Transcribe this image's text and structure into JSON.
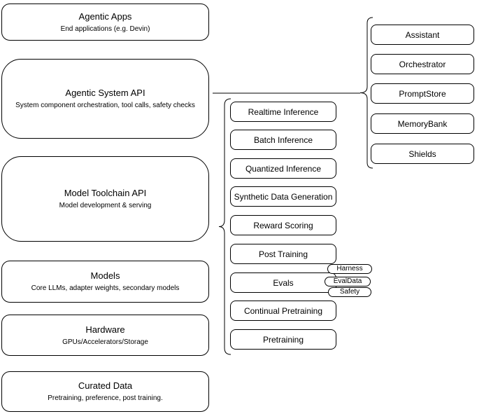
{
  "diagram": {
    "left_stack": [
      {
        "title": "Agentic Apps",
        "subtitle": "End applications (e.g. Devin)"
      },
      {
        "title": "Agentic System API",
        "subtitle": "System component orchestration, tool calls, safety checks"
      },
      {
        "title": "Model Toolchain API",
        "subtitle": "Model development & serving"
      },
      {
        "title": "Models",
        "subtitle": "Core LLMs, adapter weights, secondary models"
      },
      {
        "title": "Hardware",
        "subtitle": "GPUs/Accelerators/Storage"
      },
      {
        "title": "Curated Data",
        "subtitle": "Pretraining, preference, post training."
      }
    ],
    "toolchain_components": [
      "Realtime Inference",
      "Batch Inference",
      "Quantized Inference",
      "Synthetic Data Generation",
      "Reward Scoring",
      "Post Training",
      "Evals",
      "Continual Pretraining",
      "Pretraining"
    ],
    "evals_badges": [
      "Harness",
      "EvalData",
      "Safety"
    ],
    "system_components": [
      "Assistant",
      "Orchestrator",
      "PromptStore",
      "MemoryBank",
      "Shields"
    ],
    "colors": {
      "stroke": "#000000",
      "fill": "#ffffff",
      "text": "#000000"
    }
  }
}
